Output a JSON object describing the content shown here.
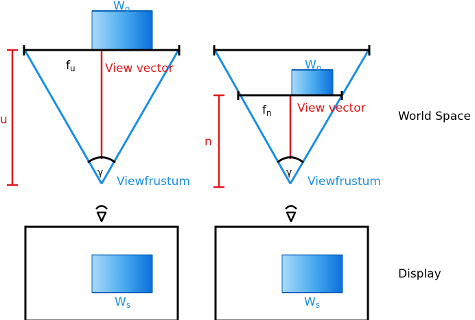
{
  "labels": {
    "w_o_base": "W",
    "w_o_sub": "o",
    "w_s_base": "W",
    "w_s_sub": "s",
    "f_u_base": "f",
    "f_u_sub": "u",
    "f_n_base": "f",
    "f_n_sub": "n",
    "u": "u",
    "n": "n",
    "gamma": "γ",
    "view_vector": "View vector",
    "viewfrustum": "Viewfrustum",
    "world_space": "World Space",
    "display": "Display"
  },
  "colors": {
    "frustum_blue": "#1a8ee0",
    "vector_red": "#e0161c",
    "line_black": "#000000",
    "object_light": "#a8d8f8",
    "object_dark": "#0a72dc",
    "object_edge": "#0b5fb8"
  }
}
